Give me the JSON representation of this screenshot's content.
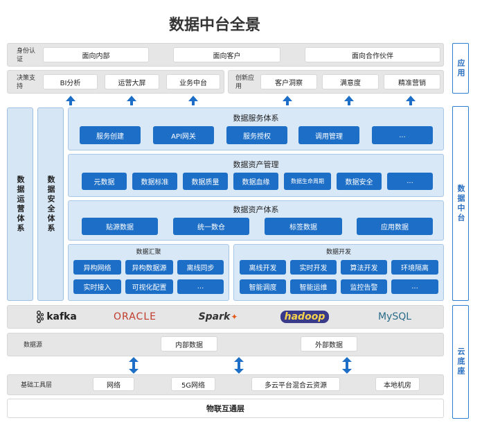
{
  "title": "数据中台全景",
  "side_labels": {
    "app": "应用",
    "middle": "数据中台",
    "cloud": "云底座"
  },
  "identity": {
    "label": "身份认证",
    "items": [
      "面向内部",
      "面向客户",
      "面向合作伙伴"
    ]
  },
  "decision": {
    "label": "决策支持",
    "items": [
      "BI分析",
      "运营大屏",
      "业务中台"
    ]
  },
  "innovation": {
    "label": "创新应用",
    "items": [
      "客户洞察",
      "满意度",
      "精准营销"
    ]
  },
  "left_panels": [
    "数据运营体系",
    "数据安全体系"
  ],
  "service": {
    "title": "数据服务体系",
    "items": [
      "服务创建",
      "API网关",
      "服务授权",
      "调用管理",
      "..."
    ]
  },
  "asset_mgmt": {
    "title": "数据资产管理",
    "items": [
      "元数据",
      "数据标准",
      "数据质量",
      "数据血缘",
      "数据生命周期",
      "数据安全",
      "..."
    ]
  },
  "asset_sys": {
    "title": "数据资产体系",
    "items": [
      "贴源数据",
      "统一数仓",
      "标签数据",
      "应用数据"
    ]
  },
  "aggregation": {
    "title": "数据汇聚",
    "row1": [
      "异构网络",
      "异构数据源",
      "离线同步"
    ],
    "row2": [
      "实时接入",
      "可视化配置",
      "..."
    ]
  },
  "development": {
    "title": "数据开发",
    "row1": [
      "离线开发",
      "实时开发",
      "算法开发",
      "环境隔离"
    ],
    "row2": [
      "智能调度",
      "智能运维",
      "监控告警",
      "..."
    ]
  },
  "tech_logos": [
    "kafka",
    "ORACLE",
    "Spark",
    "hadoop",
    "MySQL"
  ],
  "datasource": {
    "label": "数据源",
    "items": [
      "内部数据",
      "外部数据"
    ]
  },
  "infra": {
    "label": "基础工具层",
    "items": [
      "网络",
      "5G网络",
      "多云平台混合云资源",
      "本地机房"
    ]
  },
  "iot": {
    "label": "物联互通层"
  },
  "colors": {
    "primary_blue": "#1c6ec6",
    "panel_blue": "#d9e8f7",
    "band_gray": "#e6e6e6"
  }
}
